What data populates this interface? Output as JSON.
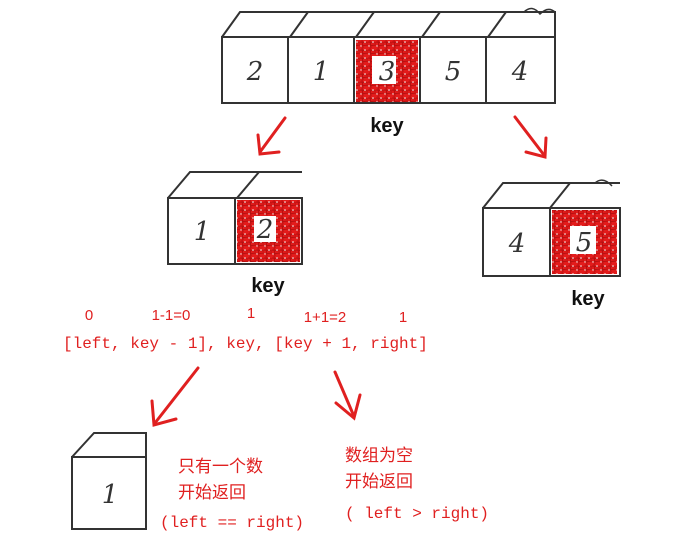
{
  "colors": {
    "accent": "#e02020",
    "ink": "#333333",
    "highlight": "#e31b1b"
  },
  "top_array": {
    "cells": [
      "2",
      "1",
      "3",
      "5",
      "4"
    ],
    "key_index": 2,
    "key_label": "key"
  },
  "left_array": {
    "cells": [
      "1",
      "2"
    ],
    "key_index": 1,
    "key_label": "key"
  },
  "right_array": {
    "cells": [
      "4",
      "5"
    ],
    "key_index": 1,
    "key_label": "key"
  },
  "bottom_array": {
    "cells": [
      "1"
    ]
  },
  "index_labels": [
    "0",
    "1-1=0",
    "1",
    "1+1=2",
    "1"
  ],
  "partition_formula": "[left, key - 1], key, [key + 1, right]",
  "note_single": {
    "line1": "只有一个数",
    "line2": "开始返回",
    "line3": "(left == right)"
  },
  "note_empty": {
    "line1": "数组为空",
    "line2": "开始返回",
    "line3": "( left > right)"
  }
}
